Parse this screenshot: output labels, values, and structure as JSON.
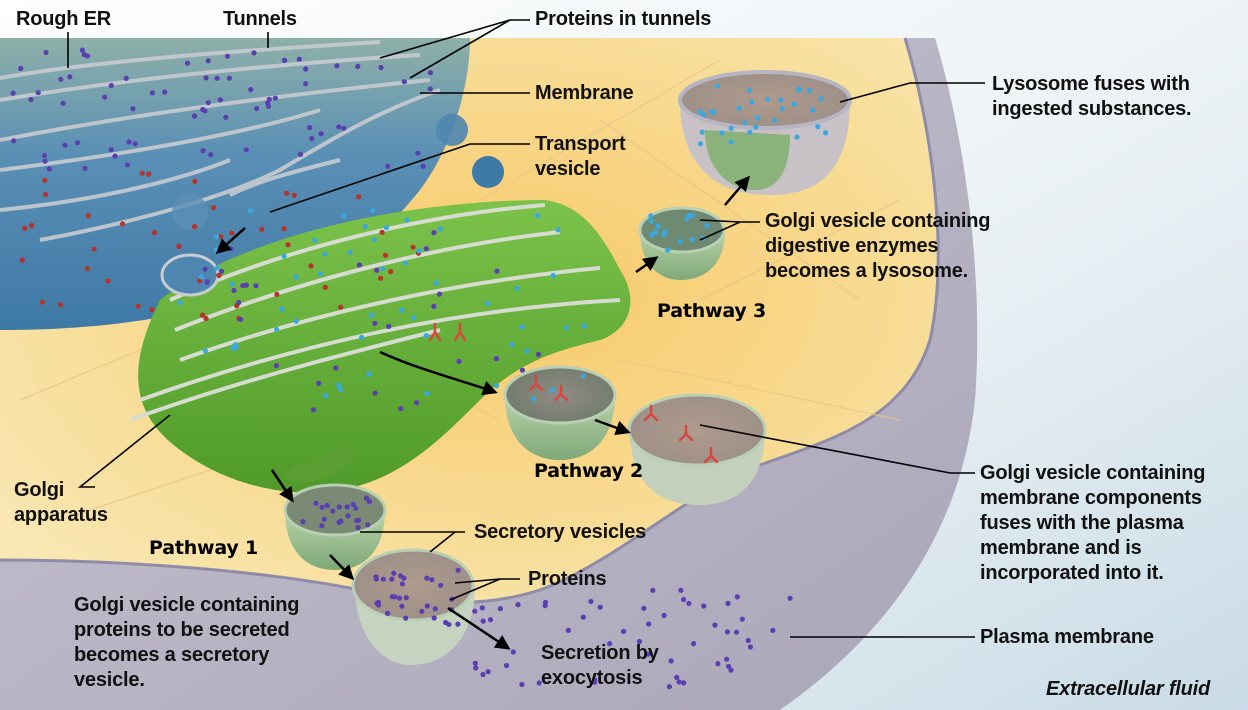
{
  "title": "Golgi apparatus pathways",
  "labels": {
    "rough_er": "Rough ER",
    "tunnels": "Tunnels",
    "proteins_in_tunnels": "Proteins in tunnels",
    "membrane": "Membrane",
    "transport_vesicle": "Transport\nvesicle",
    "lysosome_fuses": "Lysosome fuses with\ningested substances.",
    "golgi_vesicle_enzymes": "Golgi vesicle containing\ndigestive enzymes\nbecomes a lysosome.",
    "pathway_3": "Pathway 3",
    "pathway_2": "Pathway 2",
    "pathway_1": "Pathway 1",
    "golgi_apparatus": "Golgi\napparatus",
    "secretory_vesicles": "Secretory vesicles",
    "proteins": "Proteins",
    "golgi_vesicle_secreted": "Golgi vesicle containing\nproteins to be secreted\nbecomes a secretory\nvesicle.",
    "secretion_by_exocytosis": "Secretion by\nexocytosis",
    "golgi_vesicle_membrane": "Golgi vesicle containing\nmembrane components\nfuses with the plasma\nmembrane and is\nincorporated into it.",
    "plasma_membrane": "Plasma membrane",
    "extracellular_fluid": "Extracellular fluid"
  },
  "colors": {
    "cytoplasm": "#f6d88a",
    "er": "#4a86b0",
    "golgi": "#6fae3a",
    "membrane_gray": "#b9b6c4",
    "extracellular": "#d7e4ec",
    "protein_purple": "#5a3fb0",
    "protein_red": "#b8322a",
    "enzyme_blue": "#3aa8e0",
    "receptor_red": "#d8463c"
  }
}
